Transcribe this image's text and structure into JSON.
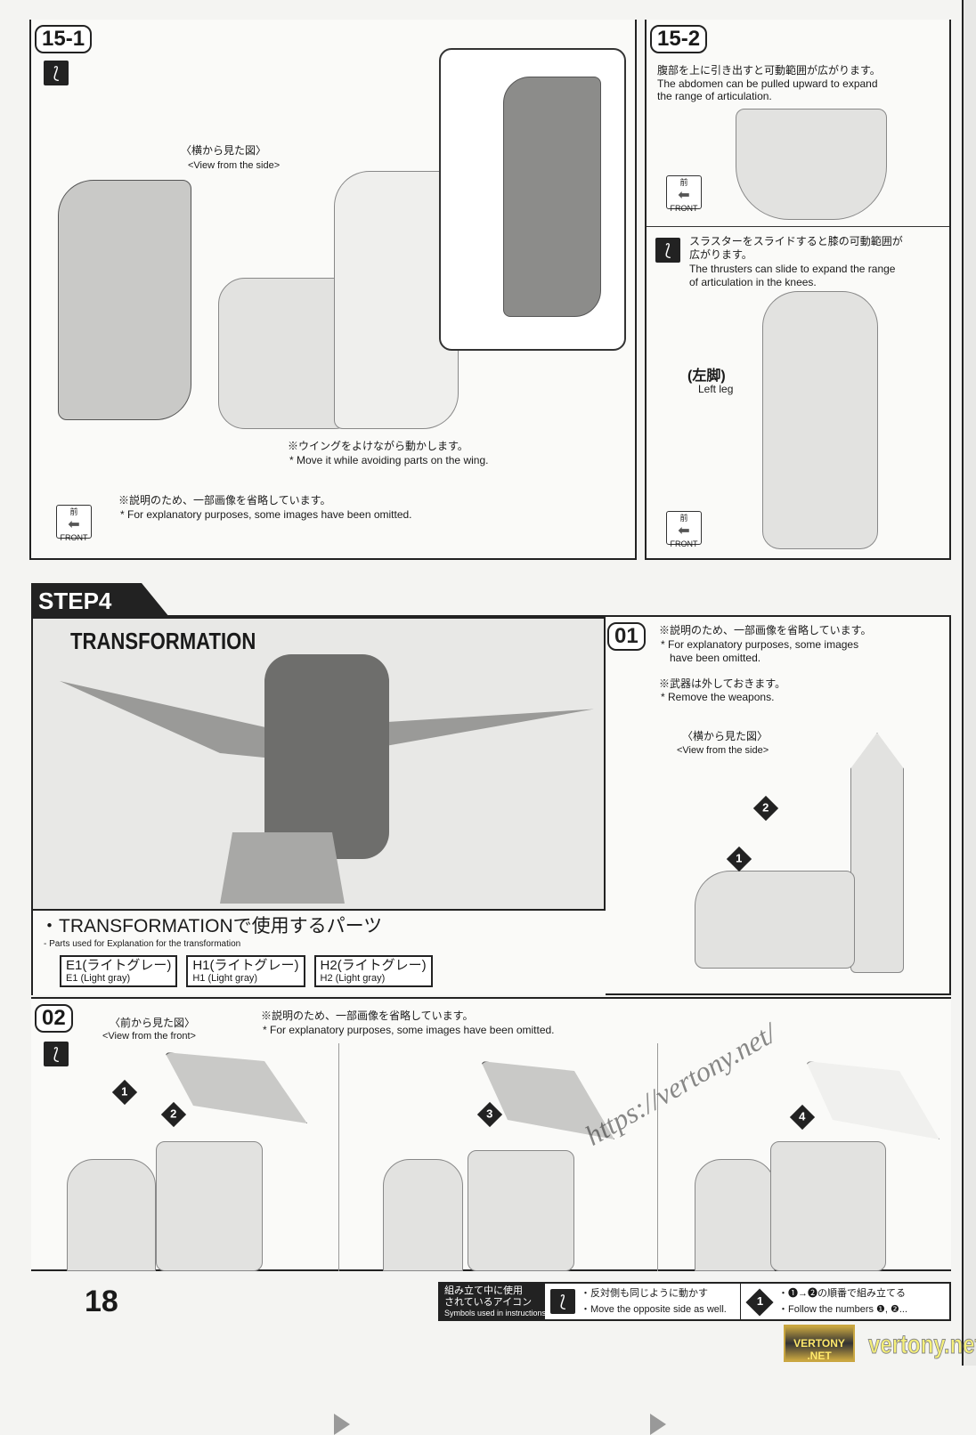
{
  "step15_1": {
    "label": "15-1",
    "view_side_jp": "〈横から見た図〉",
    "view_side_en": "<View from the side>",
    "note_wing_jp": "※ウイングをよけながら動かします。",
    "note_wing_en": "* Move it while avoiding parts on the wing.",
    "note_omit_jp": "※説明のため、一部画像を省略しています。",
    "note_omit_en": "* For explanatory purposes, some images have been omitted.",
    "front_jp": "前",
    "front_en": "FRONT"
  },
  "step15_2": {
    "label": "15-2",
    "abdomen_jp": "腹部を上に引き出すと可動範囲が広がります。",
    "abdomen_en1": "The abdomen can be pulled upward to expand",
    "abdomen_en2": "the range of articulation.",
    "thruster_jp1": "スラスターをスライドすると膝の可動範囲が",
    "thruster_jp2": "広がります。",
    "thruster_en1": "The thrusters can slide to expand the range",
    "thruster_en2": "of articulation in the knees.",
    "left_leg_jp": "(左脚)",
    "left_leg_en": "Left leg",
    "front_jp": "前",
    "front_en": "FRONT"
  },
  "step4": {
    "tab": "STEP4",
    "title": "TRANSFORMATION",
    "parts_title": "・TRANSFORMATIONで使用するパーツ",
    "parts_sub": "- Parts used for Explanation for the transformation",
    "parts": [
      {
        "jp": "E1(ライトグレー)",
        "en": "E1 (Light gray)"
      },
      {
        "jp": "H1(ライトグレー)",
        "en": "H1 (Light gray)"
      },
      {
        "jp": "H2(ライトグレー)",
        "en": "H2 (Light gray)"
      }
    ]
  },
  "step01": {
    "label": "01",
    "omit_jp": "※説明のため、一部画像を省略しています。",
    "omit_en1": "* For explanatory purposes, some images",
    "omit_en2": "have been omitted.",
    "weapons_jp": "※武器は外しておきます。",
    "weapons_en": "* Remove the weapons.",
    "view_jp": "〈横から見た図〉",
    "view_en": "<View from the side>",
    "n1": "1",
    "n2": "2"
  },
  "step02": {
    "label": "02",
    "view_jp": "〈前から見た図〉",
    "view_en": "<View from the front>",
    "omit_jp": "※説明のため、一部画像を省略しています。",
    "omit_en": "* For explanatory purposes, some images have been omitted.",
    "n1": "1",
    "n2": "2",
    "n3": "3",
    "n4": "4"
  },
  "footer": {
    "page": "18",
    "legend_jp1": "組み立て中に使用",
    "legend_jp2": "されているアイコン",
    "legend_en": "Symbols used in instructions",
    "mirror_jp": "・反対側も同じように動かす",
    "mirror_en": "・Move the opposite side as well.",
    "order_num": "1",
    "order_jp": "・❶→❷の順番で組み立てる",
    "order_en": "・Follow the numbers ❶, ❷..."
  },
  "watermark": {
    "url": "https://vertony.net/",
    "logo": "VERTONY .NET",
    "site": "vertony.net"
  }
}
